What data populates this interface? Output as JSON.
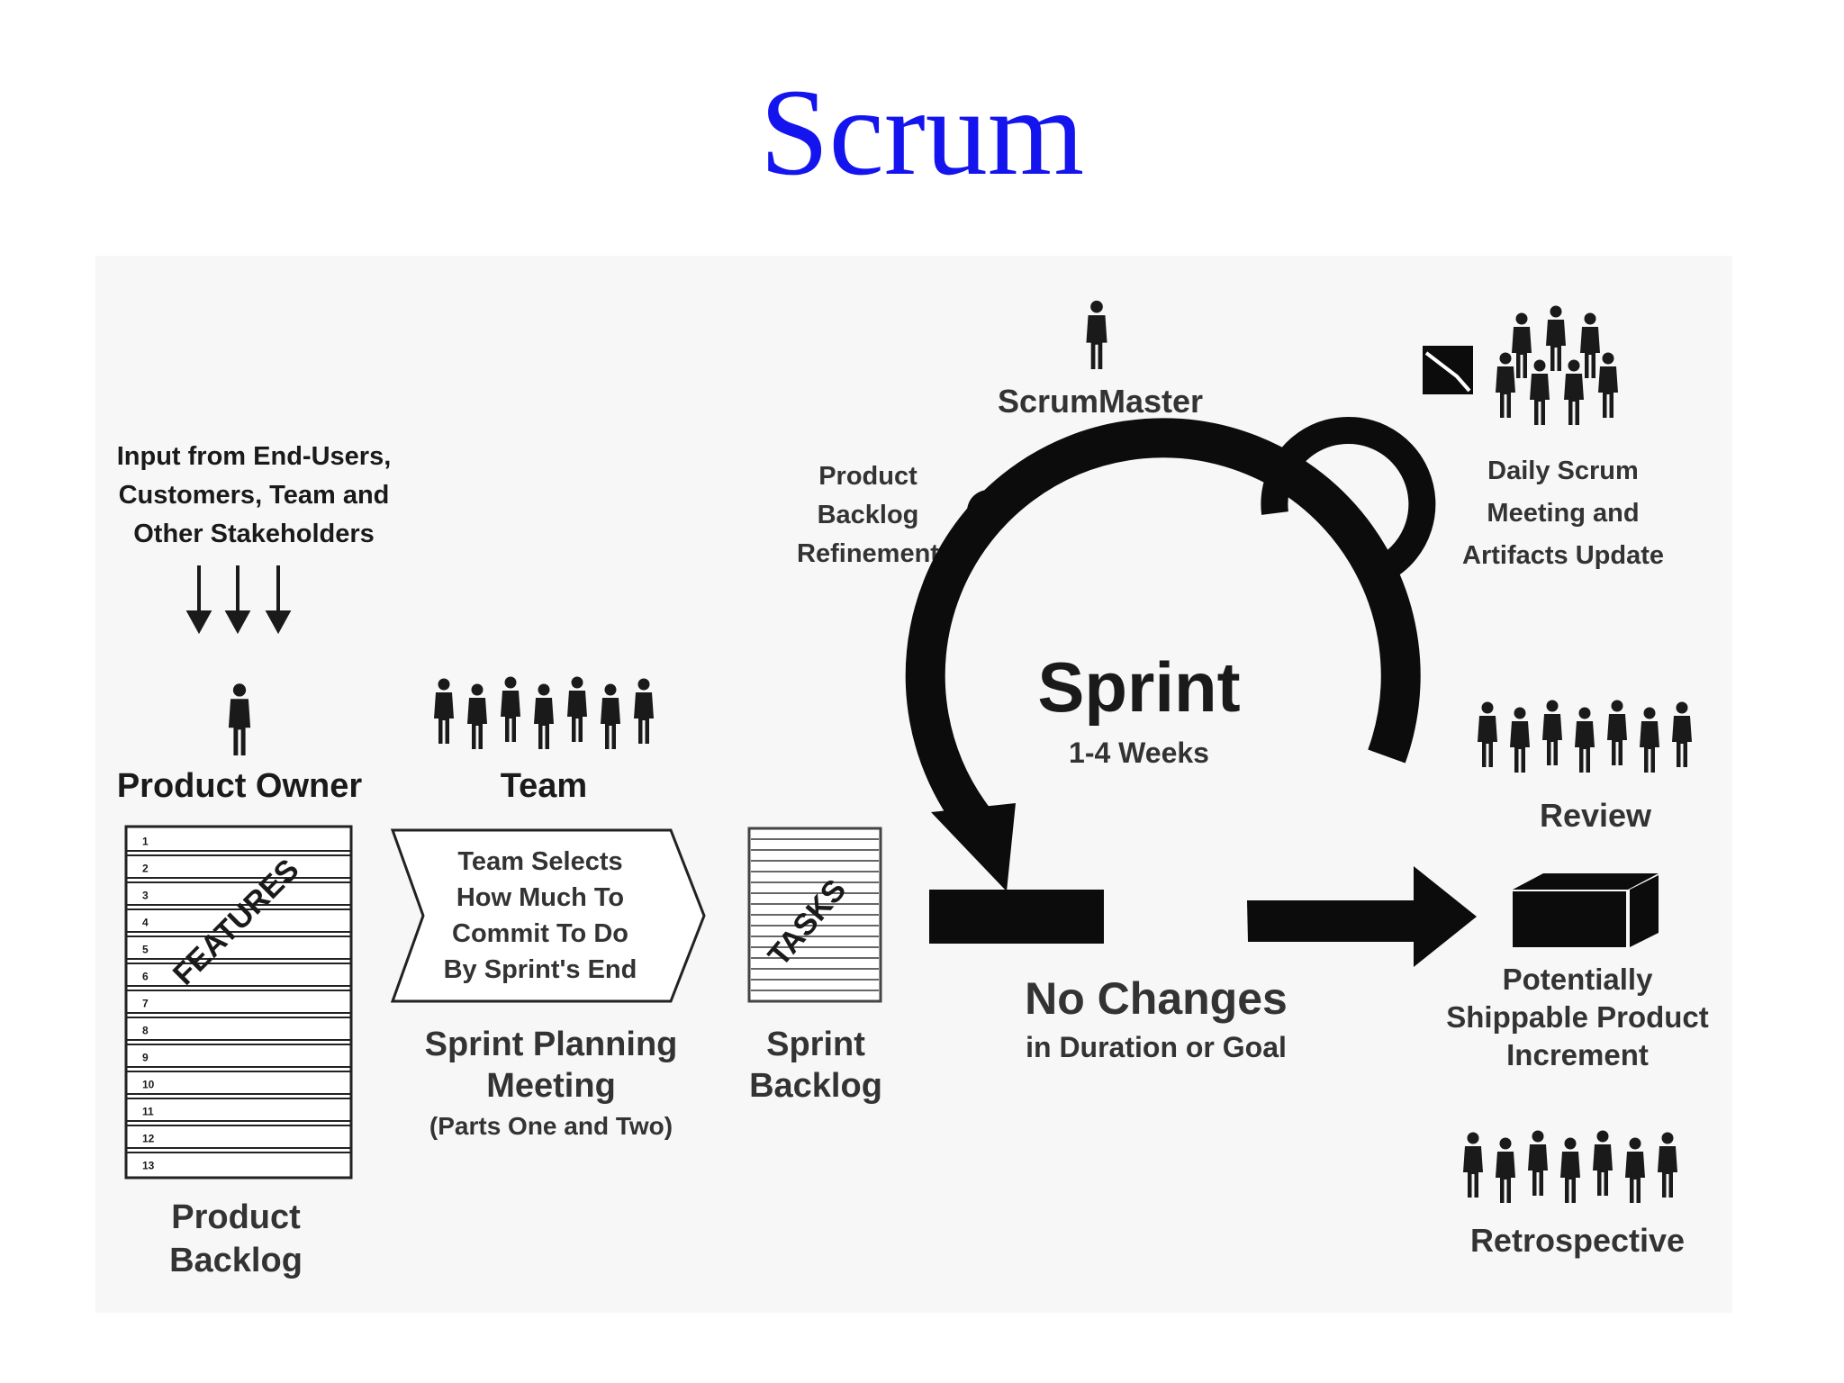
{
  "title": "Scrum",
  "diagram": {
    "input_lines": [
      "Input from End-Users,",
      "Customers, Team and",
      "Other Stakeholders"
    ],
    "product_owner": "Product Owner",
    "team": "Team",
    "backlog_numbers": [
      "1",
      "2",
      "3",
      "4",
      "5",
      "6",
      "7",
      "8",
      "9",
      "10",
      "11",
      "12",
      "13"
    ],
    "features": "FEATURES",
    "product_backlog_lines": [
      "Product",
      "Backlog"
    ],
    "team_selects_lines": [
      "Team Selects",
      "How Much To",
      "Commit To Do",
      "By Sprint's End"
    ],
    "sprint_planning_lines": [
      "Sprint Planning",
      "Meeting"
    ],
    "sprint_planning_parts": "(Parts One and Two)",
    "tasks": "TASKS",
    "sprint_backlog_lines": [
      "Sprint",
      "Backlog"
    ],
    "refinement_lines": [
      "Product",
      "Backlog",
      "Refinement"
    ],
    "scrum_master": "ScrumMaster",
    "daily_scrum_lines": [
      "Daily Scrum",
      "Meeting and",
      "Artifacts Update"
    ],
    "sprint": "Sprint",
    "sprint_duration": "1-4 Weeks",
    "no_changes": "No Changes",
    "no_changes_sub": "in Duration or Goal",
    "review": "Review",
    "increment_lines": [
      "Potentially",
      "Shippable Product",
      "Increment"
    ],
    "retrospective": "Retrospective"
  }
}
